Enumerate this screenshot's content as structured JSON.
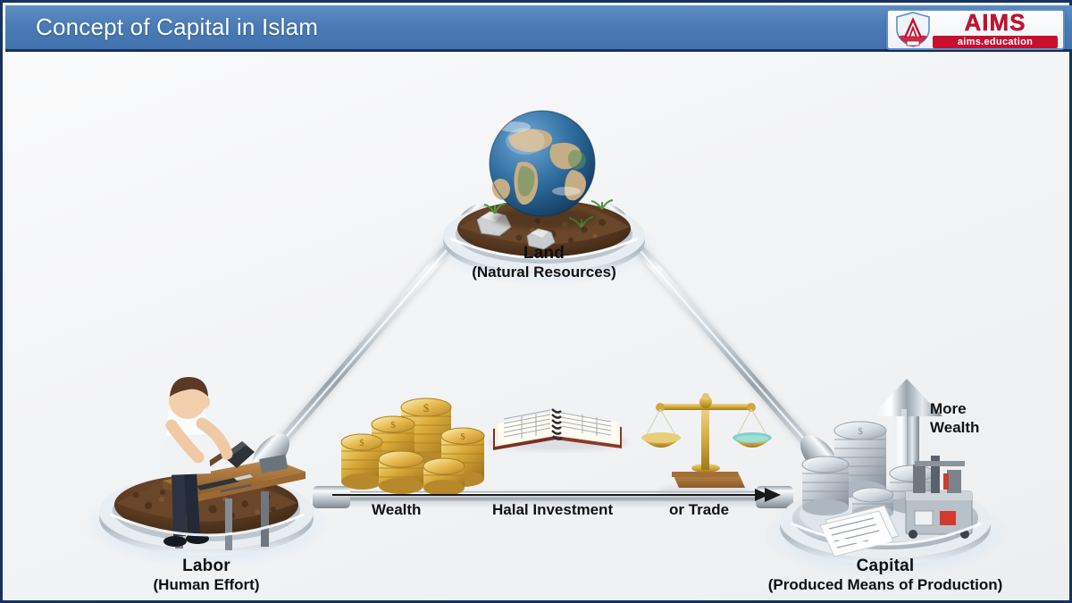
{
  "header": {
    "title": "Concept of Capital in Islam",
    "bar_color": "#4a7ab5",
    "frame_color": "#17325c",
    "logo": {
      "name": "aims-logo",
      "word": "AIMS",
      "sub": "aims.education",
      "crest_icon": "shield-crest-icon",
      "brand_color": "#c8102e"
    }
  },
  "diagram": {
    "background_color": "#f3f4f6",
    "connector_color": "#c6cdd4",
    "nodes": [
      {
        "id": "land",
        "title": "Land",
        "subtitle": "(Natural Resources)",
        "icon": "globe-on-soil-icon",
        "illustration": "3D globe resting on a chrome-rimmed disc of brown soil with grey rocks and small green plants"
      },
      {
        "id": "labor",
        "title": "Labor",
        "subtitle": "(Human Effort)",
        "icon": "worker-at-workbench-icon",
        "illustration": "3D figure in white shirt and dark trousers hammering at a wooden workbench on a soil disc"
      },
      {
        "id": "capital",
        "title": "Capital",
        "subtitle": "(Produced Means of Production)",
        "icon": "coins-machinery-icon",
        "illustration": "Silver coin stacks, documents and factory machinery on a chrome disc with a rising chrome arrow"
      }
    ],
    "flow": {
      "arrow_icon": "right-arrow-icon",
      "arrow_color": "#1a1a1a",
      "steps": [
        {
          "id": "wealth",
          "label": "Wealth",
          "icon": "gold-coins-icon"
        },
        {
          "id": "halal-investment",
          "label": "Halal Investment",
          "icon": "open-ledger-book-icon"
        },
        {
          "id": "or-trade",
          "label": "or Trade",
          "icon": "balance-scales-icon"
        }
      ]
    },
    "growth": {
      "label_line1": "More",
      "label_line2": "Wealth",
      "icon": "up-arrow-icon"
    }
  }
}
